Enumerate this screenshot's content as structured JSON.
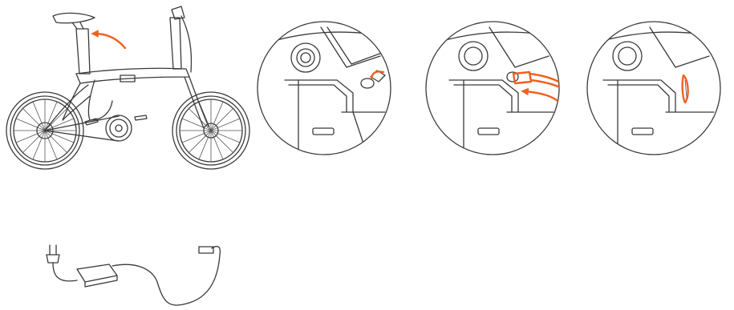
{
  "figure": {
    "panels": [
      {
        "id": "folding-bike",
        "icon": "folding-ebike-illustration"
      },
      {
        "id": "step-open-cover",
        "icon": "charging-port-cover-open-illustration"
      },
      {
        "id": "step-plug-in",
        "icon": "charger-plug-insert-illustration"
      },
      {
        "id": "step-closed-port",
        "icon": "charging-port-closed-illustration"
      },
      {
        "id": "charger",
        "icon": "power-adapter-illustration"
      }
    ],
    "colors": {
      "line": "#3a3a3a",
      "accent": "#f0611f",
      "background": "#ffffff"
    }
  }
}
